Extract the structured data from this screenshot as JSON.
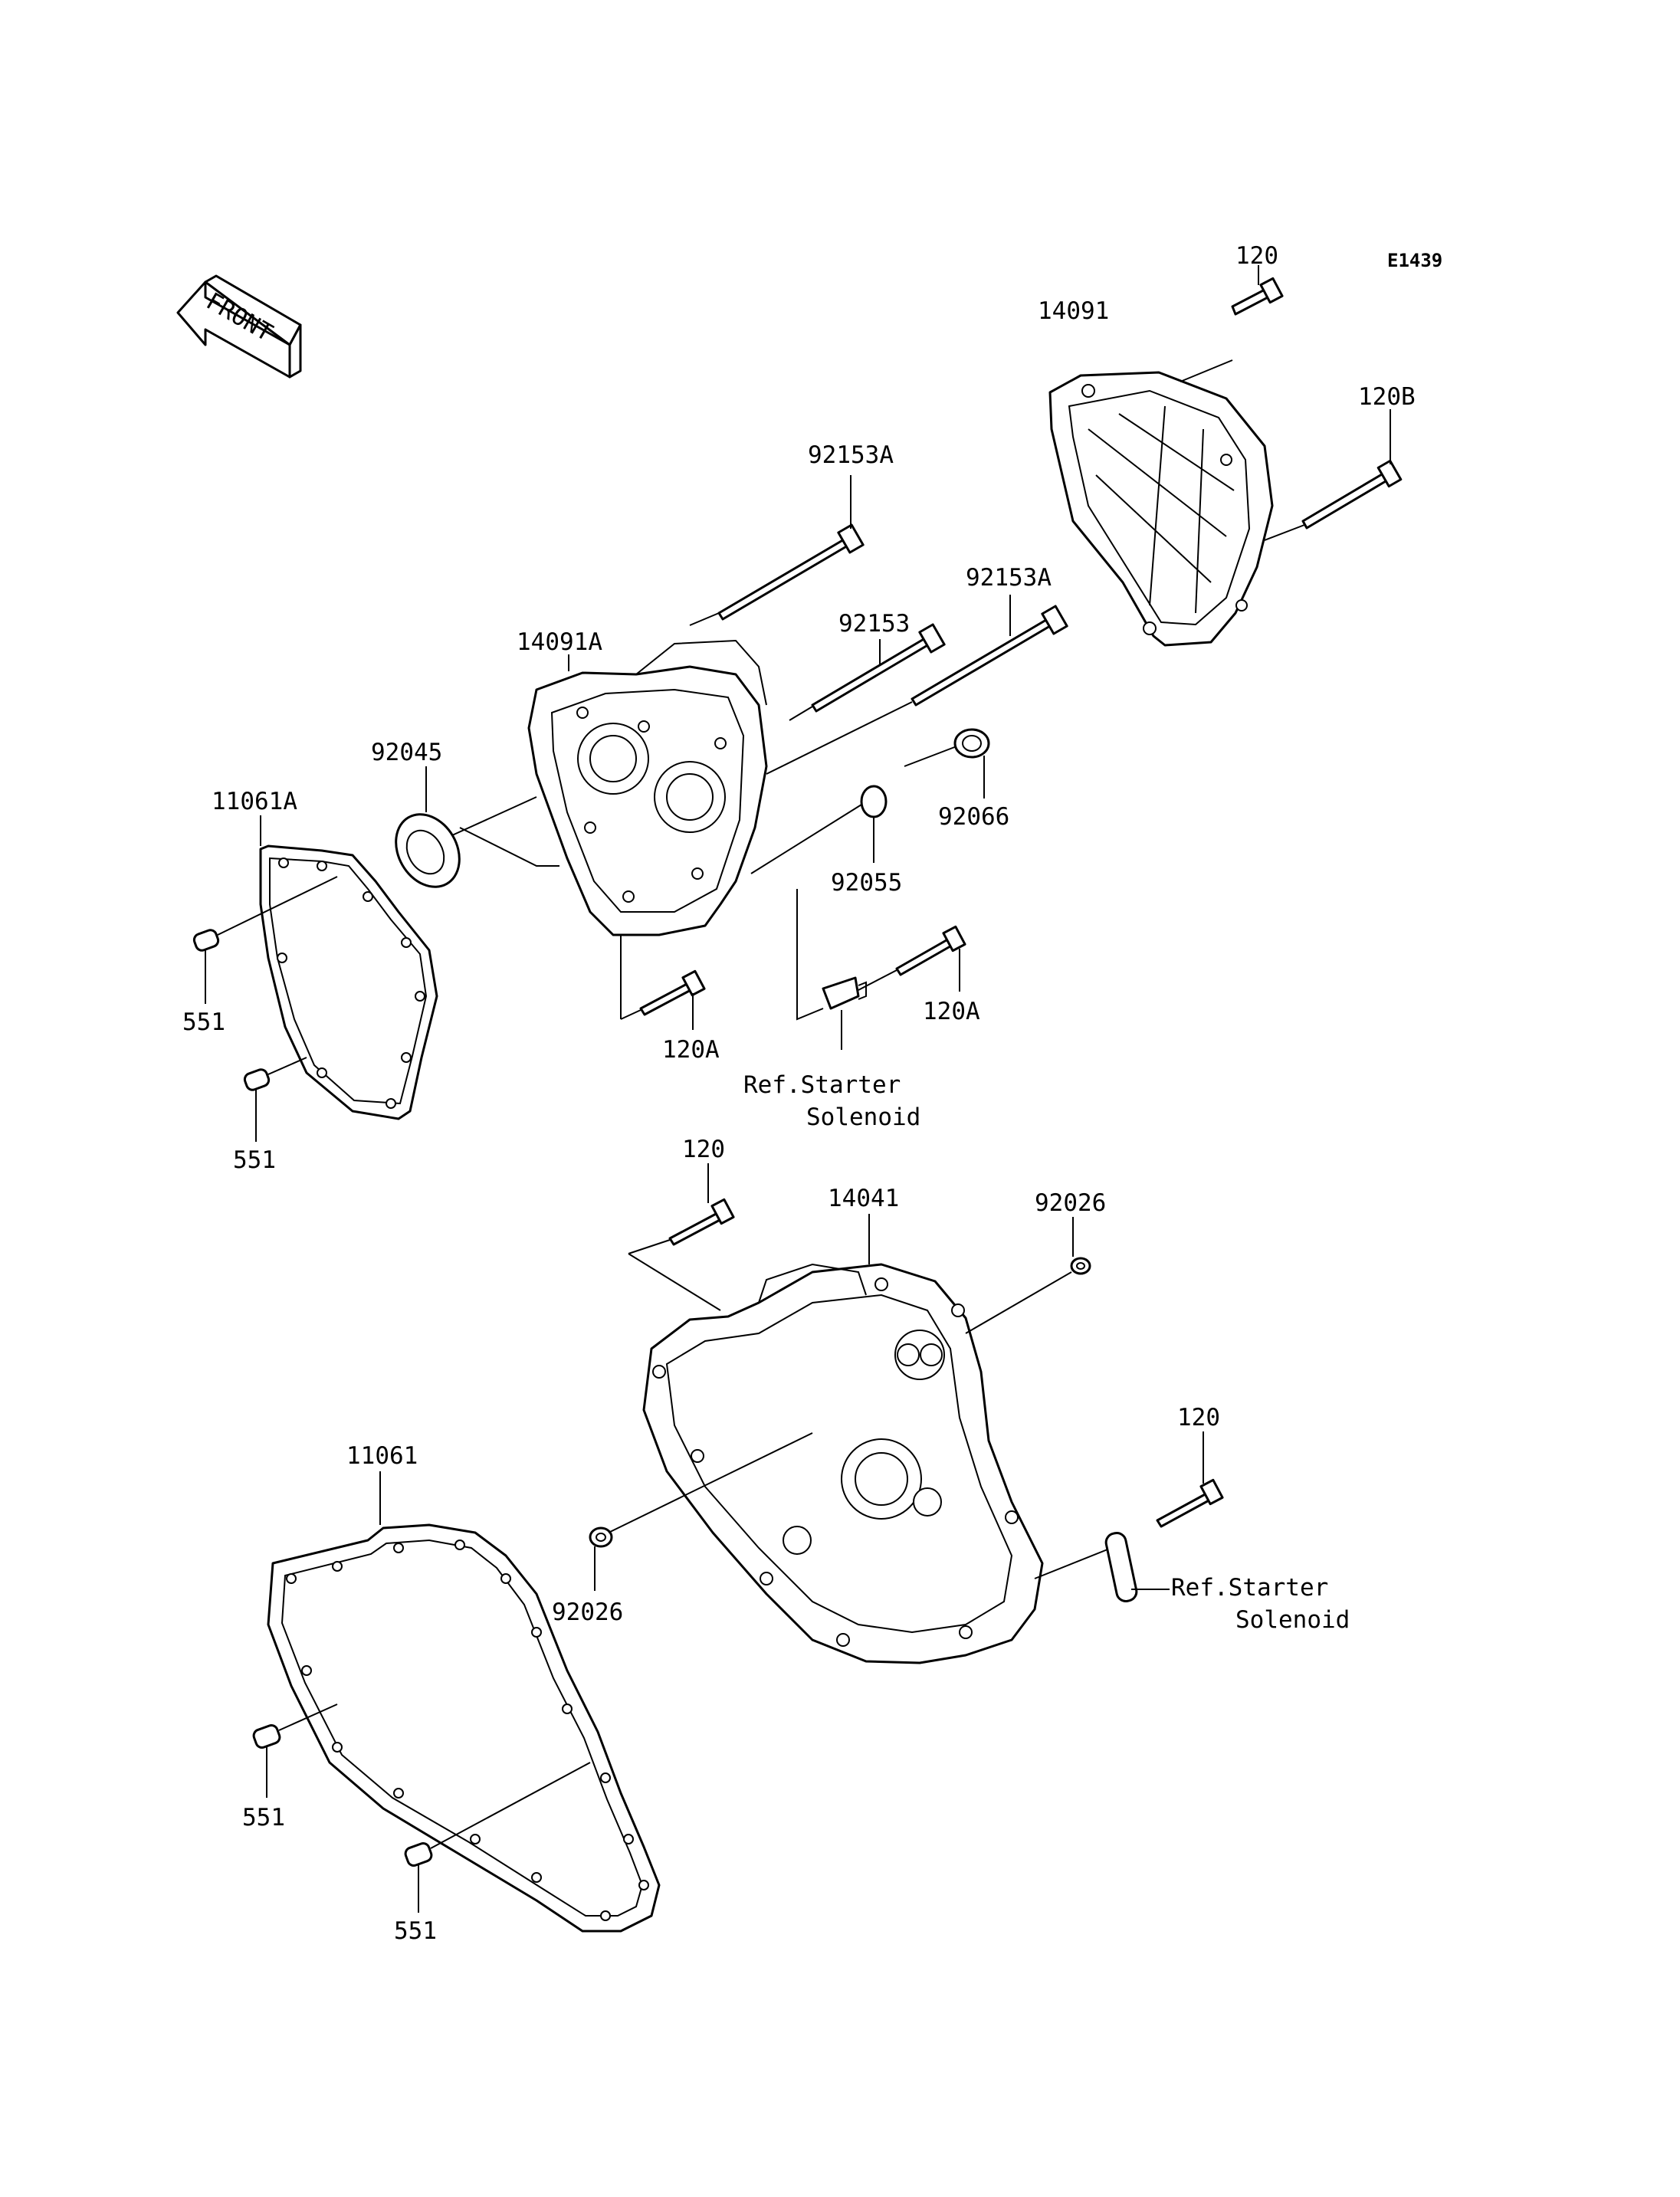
{
  "diagram": {
    "code": "E1439",
    "front_arrow": "FRONT",
    "labels": {
      "p120_top": "120",
      "p14091": "14091",
      "p120B": "120B",
      "p92153A_a": "92153A",
      "p92153": "92153",
      "p92153A_b": "92153A",
      "p14091A": "14091A",
      "p92045": "92045",
      "p11061A": "11061A",
      "p92066": "92066",
      "p92055": "92055",
      "p551_a": "551",
      "p551_b": "551",
      "p120A_a": "120A",
      "p120A_b": "120A",
      "ref1_line1": "Ref.Starter",
      "ref1_line2": "Solenoid",
      "p120_mid": "120",
      "p14041": "14041",
      "p92026_a": "92026",
      "p11061": "11061",
      "p120_low": "120",
      "p92026_b": "92026",
      "ref2_line1": "Ref.Starter",
      "ref2_line2": "Solenoid",
      "p551_c": "551",
      "p551_d": "551"
    }
  }
}
